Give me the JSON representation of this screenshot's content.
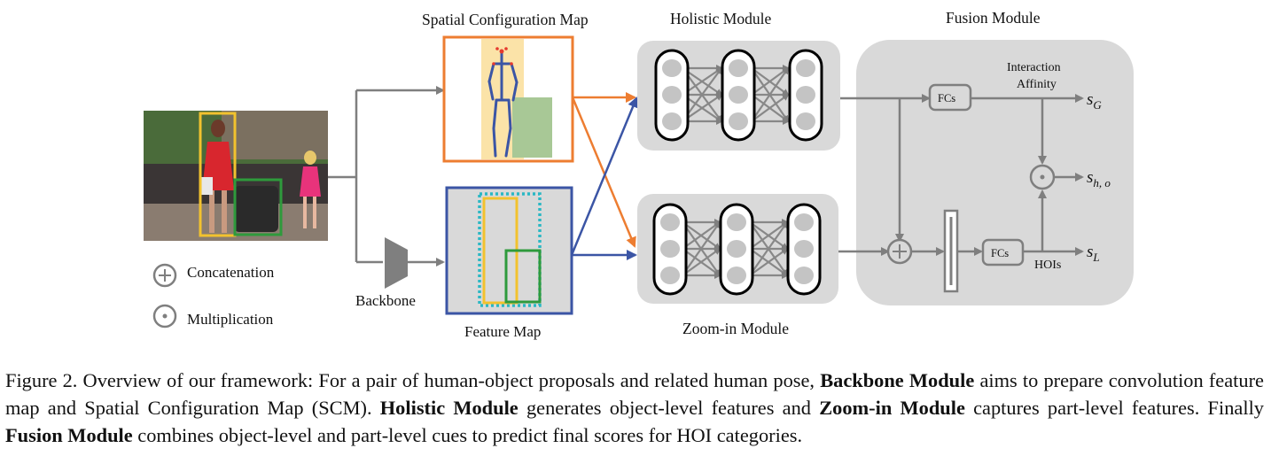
{
  "labels": {
    "scm_title": "Spatial Configuration Map",
    "holistic_title": "Holistic Module",
    "fusion_title": "Fusion Module",
    "zoom_title": "Zoom-in Module",
    "feature_map": "Feature Map",
    "backbone": "Backbone",
    "interaction": "Interaction",
    "affinity": "Affinity",
    "fcs_top": "FCs",
    "fcs_bottom": "FCs",
    "hois": "HOIs"
  },
  "outputs": {
    "s_g": {
      "base": "s",
      "sub": "G"
    },
    "s_ho": {
      "base": "s",
      "sub": "h, o"
    },
    "s_l": {
      "base": "s",
      "sub": "L"
    }
  },
  "legend": {
    "concat_label": "Concatenation",
    "mult_label": "Multiplication"
  },
  "caption": {
    "t1": "Figure 2. Overview of our framework: For a pair of human-object proposals and related human pose, ",
    "b1": "Backbone Module",
    "t2": " aims to prepare convolution feature map and Spatial Configuration Map (SCM). ",
    "b2": "Holistic Module",
    "t3": " generates object-level features and ",
    "b3": "Zoom-in Module",
    "t4": " captures part-level features. Finally ",
    "b4": "Fusion Module",
    "t5": " combines object-level and part-level cues to predict final scores for HOI categories."
  },
  "colors": {
    "gray_arrow": "#7f7f7f",
    "orange": "#ed7d31",
    "blue": "#3b55a5",
    "module_bg": "#d9d9d9",
    "human_box": "#f2c22e",
    "object_box": "#2e9a3c",
    "cyan_dots": "#2ab7c4"
  }
}
